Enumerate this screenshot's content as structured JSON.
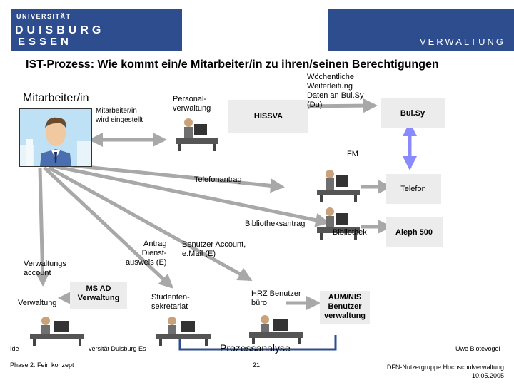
{
  "header": {
    "logo_line1": "UNIVERSITÄT",
    "logo_line2": "DUISBURG",
    "logo_line3": "ESSEN",
    "department": "VERWALTUNG"
  },
  "title": "IST-Prozess: Wie kommt ein/e Mitarbeiter/in zu ihren/seinen Berechtigungen",
  "nodes": {
    "mitarbeiter": "Mitarbeiter/in",
    "personal": "Personal-\nverwaltung",
    "hissva": "HISSVA",
    "buisy": "Bui.Sy",
    "fm": "FM",
    "telefon": "Telefon",
    "bibliothek": "Bibliothek",
    "aleph": "Aleph 500",
    "ms_ad": "MS AD\nVerwaltung",
    "verwaltung": "Verwaltung",
    "studenten": "Studenten-\nsekretariat",
    "hrz": "HRZ Benutzer\nbüro",
    "aum": "AUM/NIS\nBenutzer\nverwaltung"
  },
  "edges": {
    "eingestellt": "Mitarbeiter/in\nwird eingestellt",
    "weiterleitung": "Wöchentliche\nWeiterleitung\nDaten an Bui.Sy\n(Du)",
    "telefonantrag": "Telefonantrag",
    "bibliotheksantrag": "Bibliotheksantrag",
    "dienstausweis": "Antrag\nDienst-\nausweis (E)",
    "benutzer_account": "Benutzer Account,\ne.Mail (E)",
    "verwaltungsaccount": "Verwaltungs\naccount"
  },
  "footer": {
    "left1": "Ide",
    "left_mid": "versität Duisburg Es",
    "center": "Prozessanalyse",
    "right1": "Uwe Blotevogel",
    "phase": "Phase 2: Fein konzept",
    "page": "21",
    "right2": "DFN-Nutzergruppe Hochschulverwaltung",
    "date": "10.05.2005"
  },
  "colors": {
    "brand": "#2e4d8f",
    "arrow": "#a8a8a8",
    "buisy_arrow": "#8a8aff",
    "footer_line": "#2e4d8f"
  }
}
